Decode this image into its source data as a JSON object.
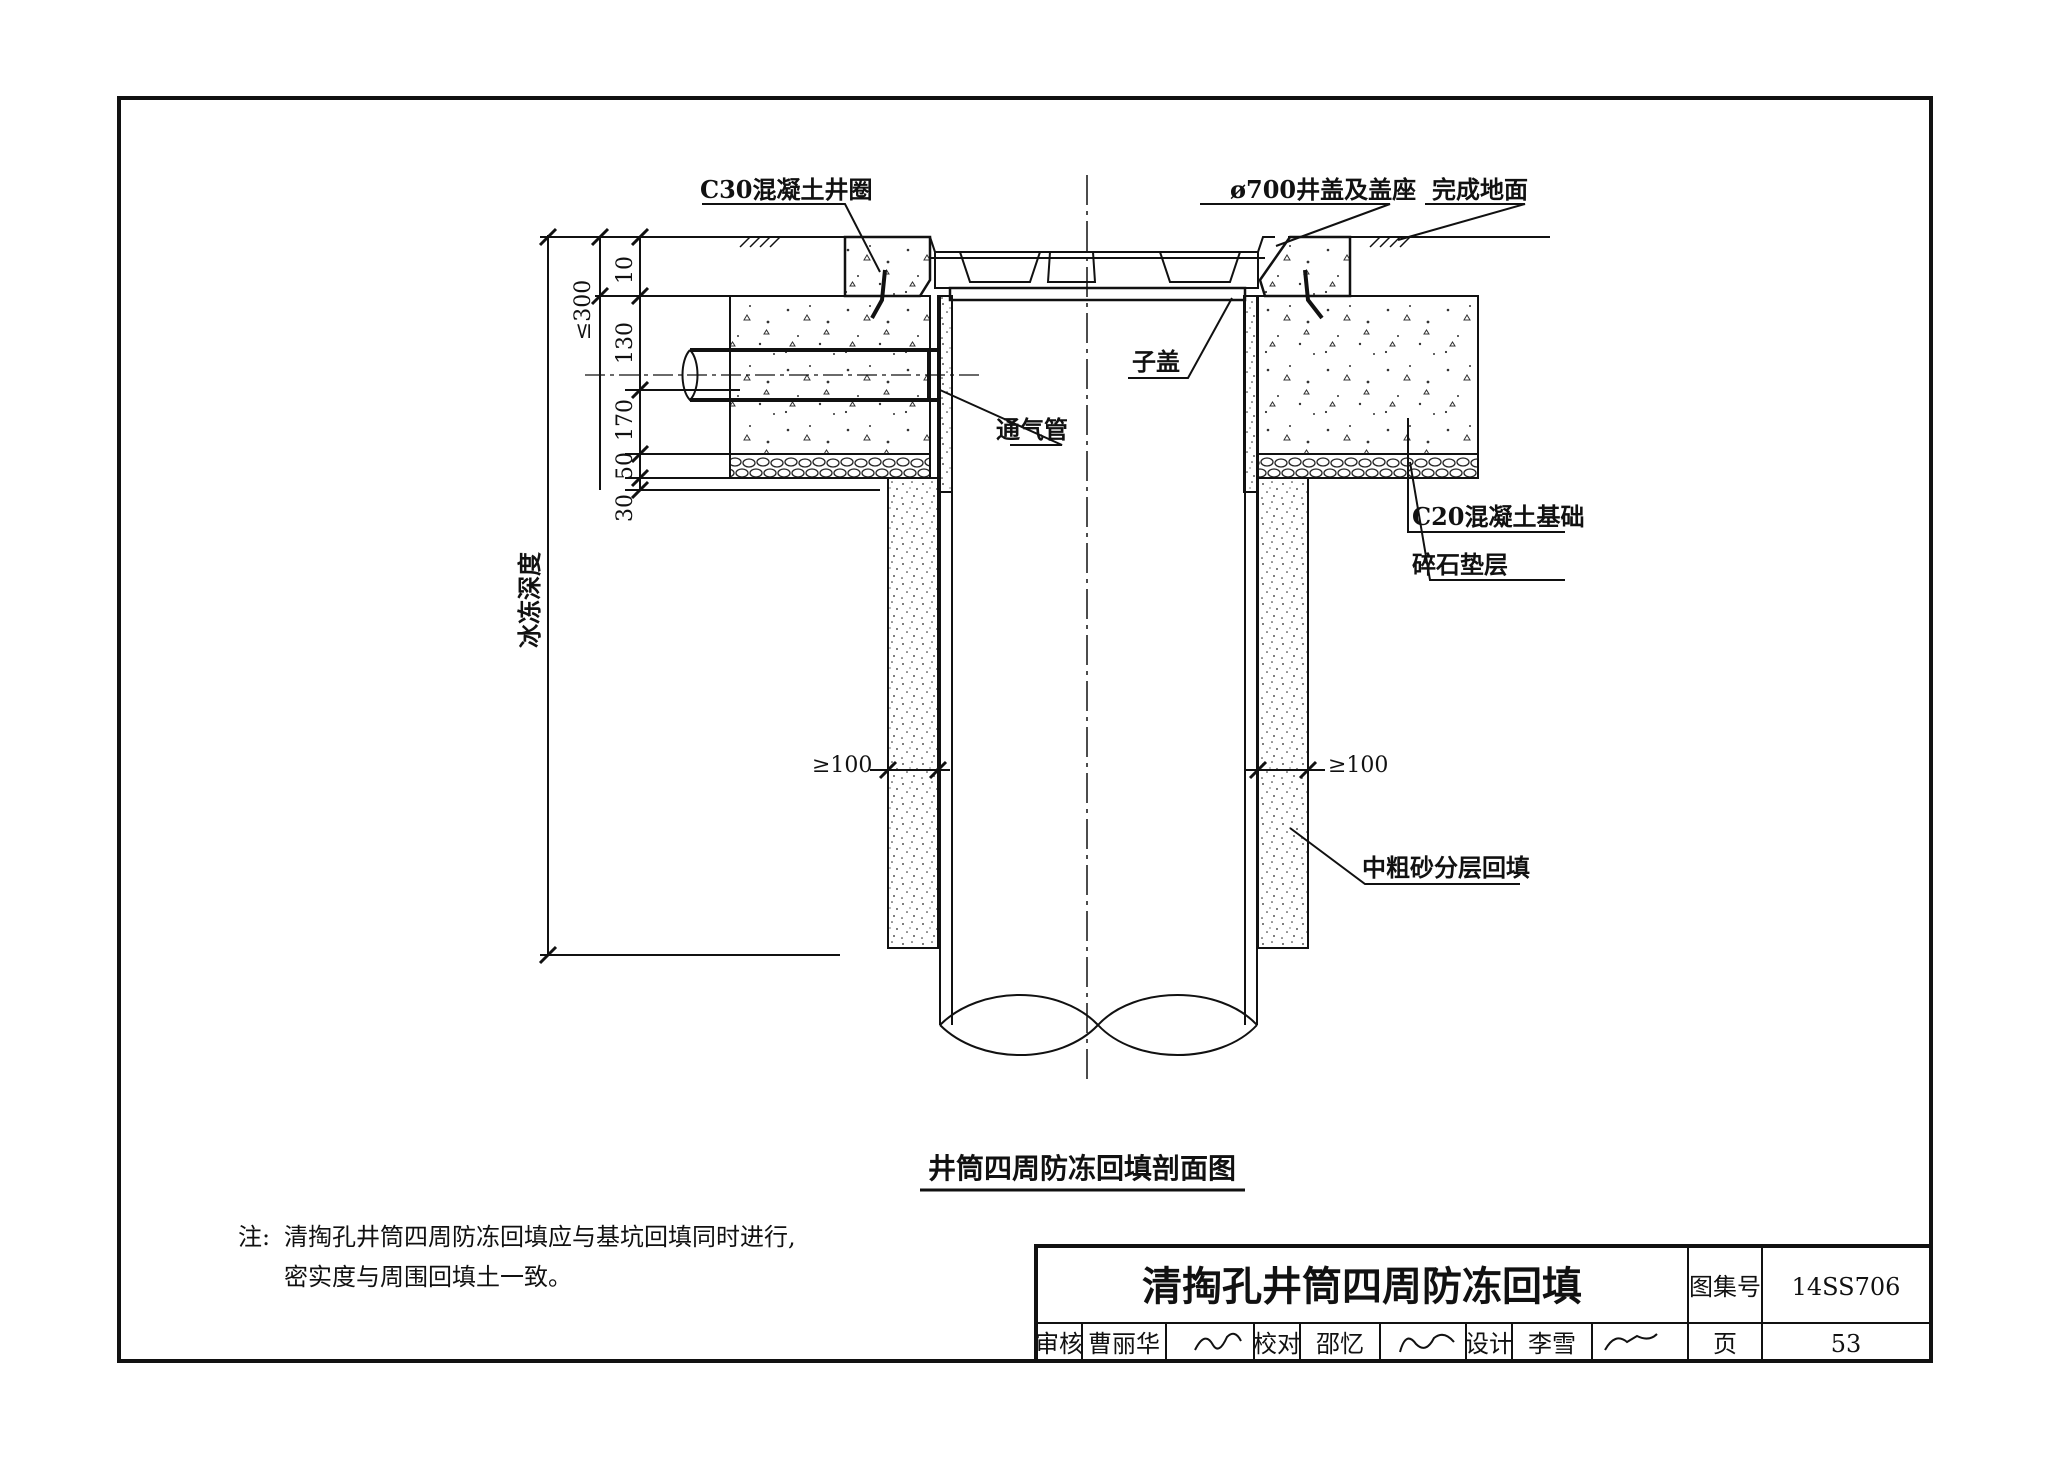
{
  "labels": {
    "ring": "C30混凝土井圈",
    "cover": "ø700井盖及盖座",
    "ground": "完成地面",
    "subcover": "子盖",
    "vent": "通气管",
    "base": "C20混凝土基础",
    "gravel": "碎石垫层",
    "frost": "冰冻深度",
    "min_left": "≥100",
    "min_right": "≥100",
    "backfill": "中粗砂分层回填"
  },
  "dims": {
    "d300": "≤300",
    "d10": "10",
    "d130": "130",
    "d170": "170",
    "d50": "50",
    "d30": "30"
  },
  "section_title": "井筒四周防冻回填剖面图",
  "note": {
    "prefix": "注:",
    "line1": "清掏孔井筒四周防冻回填应与基坑回填同时进行,",
    "line2": "密实度与周围回填土一致。"
  },
  "title_block": {
    "title": "清掏孔井筒四周防冻回填",
    "atlas_label": "图集号",
    "atlas_no": "14SS706",
    "review_label": "审核",
    "review_name": "曹丽华",
    "check_label": "校对",
    "check_name": "邵忆",
    "design_label": "设计",
    "design_name": "李雪",
    "page_label": "页",
    "page_no": "53"
  }
}
